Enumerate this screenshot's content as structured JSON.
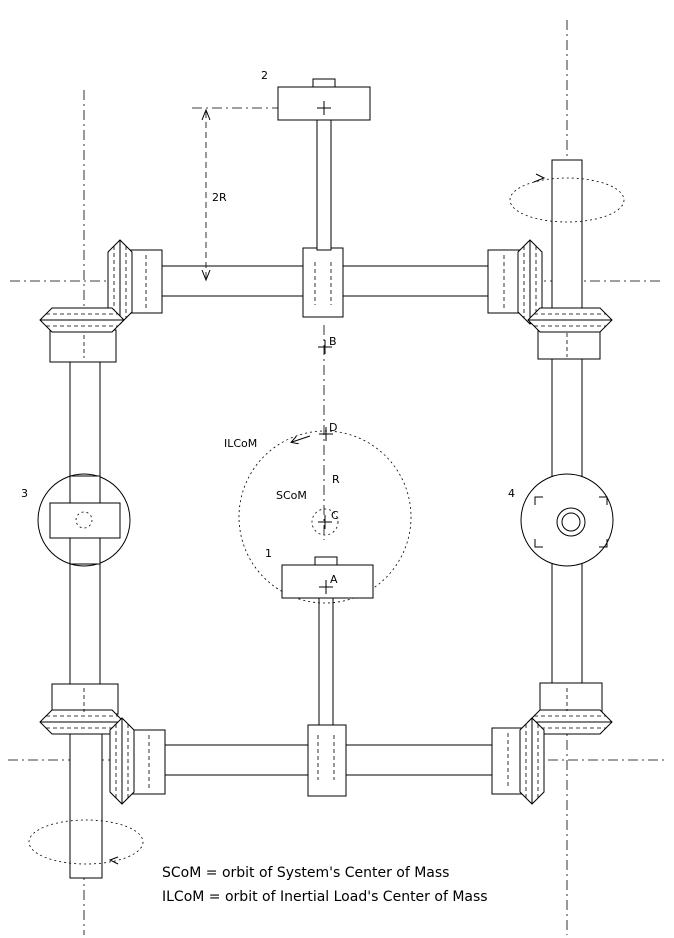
{
  "labels": {
    "mass_1": "1",
    "mass_2": "2",
    "mass_3": "3",
    "mass_4": "4",
    "dimension_2r": "2R",
    "radius_r": "R",
    "point_a": "A",
    "point_b": "B",
    "point_c": "C",
    "point_d": "D",
    "ilcom": "ILCoM",
    "scom": "SCoM"
  },
  "legend": {
    "line_1": "SCoM = orbit of System's Center of Mass",
    "line_2": "ILCoM = orbit of Inertial Load's Center of Mass"
  }
}
